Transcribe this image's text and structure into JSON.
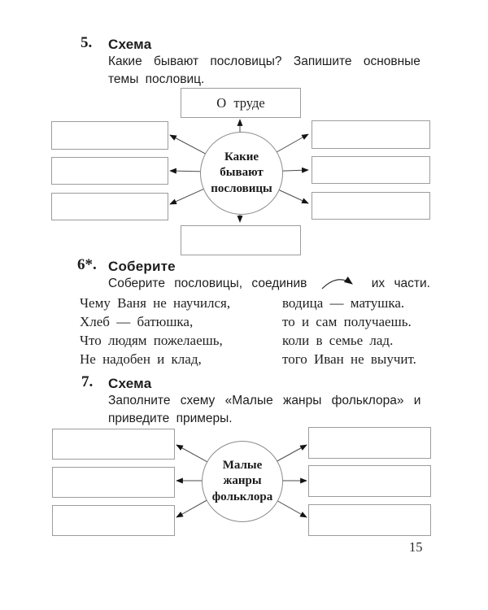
{
  "page_number": "15",
  "exercise5": {
    "number": "5.",
    "title": "Схема",
    "instruction_line1": "Какие бывают пословицы? Запишите основные",
    "instruction_line2": "темы пословиц.",
    "diagram": {
      "top_box_label": "О труде",
      "center_line1": "Какие",
      "center_line2": "бывают",
      "center_line3": "пословицы"
    }
  },
  "exercise6": {
    "number": "6*.",
    "title": "Соберите",
    "instruction_start": "Соберите пословицы, соединив",
    "instruction_end": "их части.",
    "left_parts": [
      "Чему Ваня не научился,",
      "Хлеб — батюшка,",
      "Что людям пожелаешь,",
      "Не надобен и клад,"
    ],
    "right_parts": [
      "водица — матушка.",
      "то и сам получаешь.",
      "коли в семье лад.",
      "того Иван не выучит."
    ]
  },
  "exercise7": {
    "number": "7.",
    "title": "Схема",
    "instruction_line1": "Заполните схему «Малые жанры фольклора» и",
    "instruction_line2": "приведите примеры.",
    "diagram": {
      "center_line1": "Малые",
      "center_line2": "жанры",
      "center_line3": "фольклора"
    }
  },
  "colors": {
    "text": "#1d1d1d",
    "box_border": "#9c9c9c",
    "arrow_line": "#4a4a4a",
    "arrow_head": "#141414"
  }
}
